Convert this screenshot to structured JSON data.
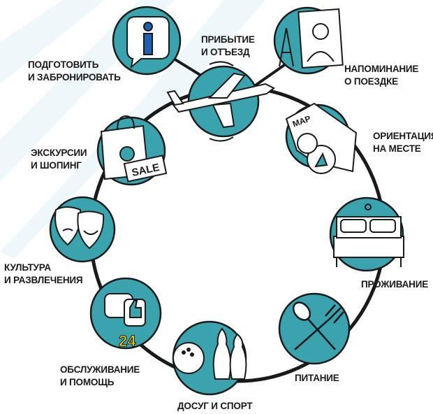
{
  "colors": {
    "accent": "#3aa3ad",
    "accent_light": "#e6f5f7",
    "outline": "#1a1a1a"
  },
  "nodes": [
    {
      "id": "arrival",
      "icon": "airplane-icon",
      "lines": [
        "ПРИБЫТИЕ",
        "И ОТЪЕЗД"
      ]
    },
    {
      "id": "reminder",
      "icon": "postcard-icon",
      "lines": [
        "НАПОМИНАНИЕ",
        "О ПОЕЗДКЕ"
      ]
    },
    {
      "id": "orientation",
      "icon": "map-compass-icon",
      "lines": [
        "ОРИЕНТАЦИЯ",
        "НА МЕСТЕ"
      ]
    },
    {
      "id": "accommodation",
      "icon": "bed-icon",
      "lines": [
        "ПРОЖИВАНИЕ"
      ]
    },
    {
      "id": "food",
      "icon": "spoon-fork-icon",
      "lines": [
        "ПИТАНИЕ"
      ]
    },
    {
      "id": "leisure",
      "icon": "bowling-icon",
      "lines": [
        "ДОСУГ И СПОРТ"
      ]
    },
    {
      "id": "service",
      "icon": "support-24-icon",
      "lines": [
        "ОБСЛУЖИВАНИЕ",
        "И ПОМОЩЬ"
      ],
      "badge": "24"
    },
    {
      "id": "culture",
      "icon": "theatre-masks-icon",
      "lines": [
        "КУЛЬТУРА",
        "И РАЗВЛЕЧЕНИЯ"
      ]
    },
    {
      "id": "excursions",
      "icon": "shopping-bag-icon",
      "lines": [
        "ЭКСКУРСИИ",
        "И ШОПИНГ"
      ],
      "tag": "SALE"
    },
    {
      "id": "booking",
      "icon": "info-icon",
      "lines": [
        "ПОДГОТОВИТЬ",
        "И ЗАБРОНИРОВАТЬ"
      ]
    }
  ],
  "map_text": "MAP"
}
